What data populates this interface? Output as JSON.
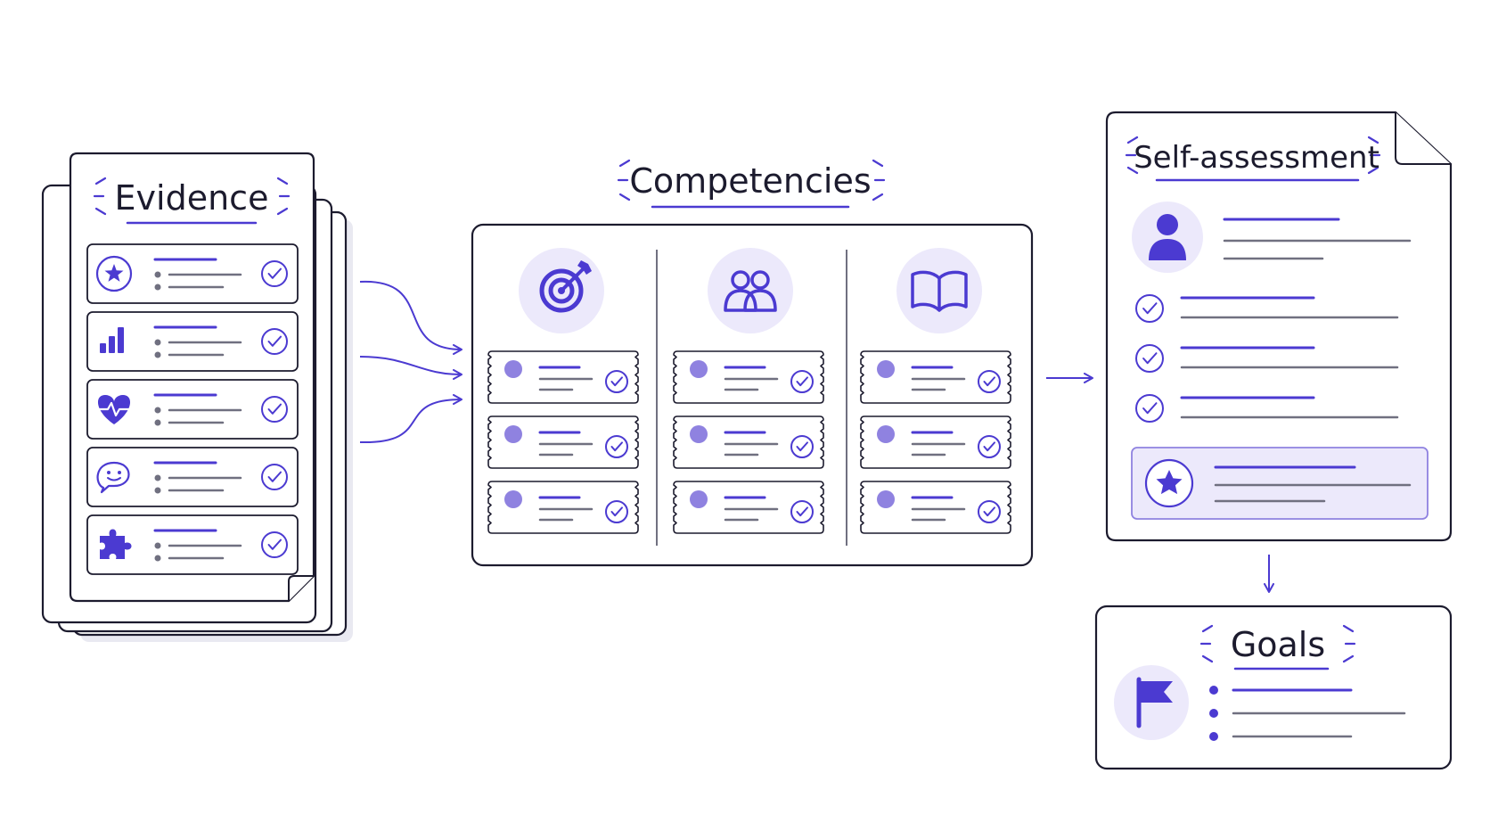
{
  "colors": {
    "ink": "#1c1b2e",
    "accent": "#4b3ad1",
    "accent_light": "#ece9fb",
    "accent_mid": "#8f82e0",
    "gray": "#707080",
    "paper": "#ffffff",
    "shadow": "#e6e6ee"
  },
  "evidence": {
    "title": "Evidence",
    "items": [
      {
        "icon": "star-icon"
      },
      {
        "icon": "bar-chart-icon"
      },
      {
        "icon": "heart-pulse-icon"
      },
      {
        "icon": "chat-bubble-icon"
      },
      {
        "icon": "puzzle-icon"
      }
    ]
  },
  "competencies": {
    "title": "Competencies",
    "columns": [
      {
        "icon": "target-icon"
      },
      {
        "icon": "people-icon"
      },
      {
        "icon": "open-book-icon"
      }
    ]
  },
  "self_assessment": {
    "title": "Self-assessment",
    "profile_icon": "person-icon",
    "highlight_icon": "star-icon"
  },
  "goals": {
    "title": "Goals",
    "icon": "flag-icon"
  }
}
